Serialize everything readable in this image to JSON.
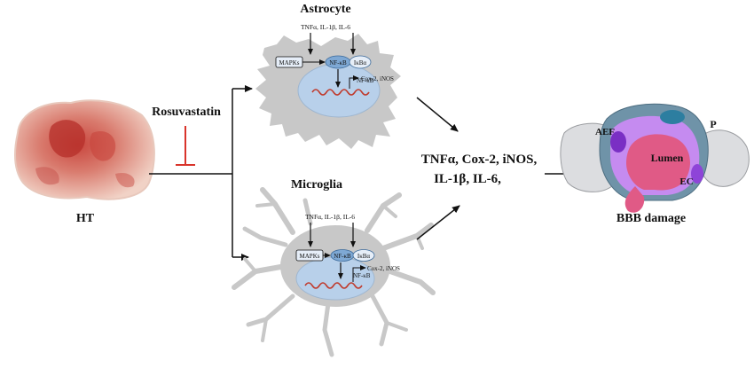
{
  "left": {
    "tissue_label": "HT",
    "drug_label": "Rosuvastatin"
  },
  "astrocyte": {
    "title": "Astrocyte",
    "cytokines": "TNFα, IL-1β, IL-6",
    "mapk": "MAPKs",
    "nfkb": "NF-κB",
    "ikb": "IκBα",
    "nfkb_nuclear": "NF-κB",
    "targets": "Cox-2, iNOS"
  },
  "microglia": {
    "title": "Microglia",
    "cytokines": "TNFα, IL-1β, IL-6",
    "mapk": "MAPKs",
    "nfkb": "NF-κB",
    "ikb": "IκBα",
    "nfkb_nuclear": "NF-κB",
    "targets": "Cox-2, iNOS"
  },
  "middle": {
    "mediators_line1": "TNFα, Cox-2, iNOS,",
    "mediators_line2": "IL-1β, IL-6,"
  },
  "bbb": {
    "title": "BBB damage",
    "aef": "AEF",
    "p": "P",
    "lumen": "Lumen",
    "ec": "EC"
  },
  "colors": {
    "cell_gray": "#c8c8c8",
    "nucleus_blue": "#b8d0ea",
    "inhibit_red": "#d9342b",
    "dna_red": "#c0392b",
    "bbb_purple": "#c58bf0",
    "bbb_pink": "#e05a86",
    "bbb_teal": "#6f93a8",
    "bbb_gray": "#dcdde0"
  }
}
